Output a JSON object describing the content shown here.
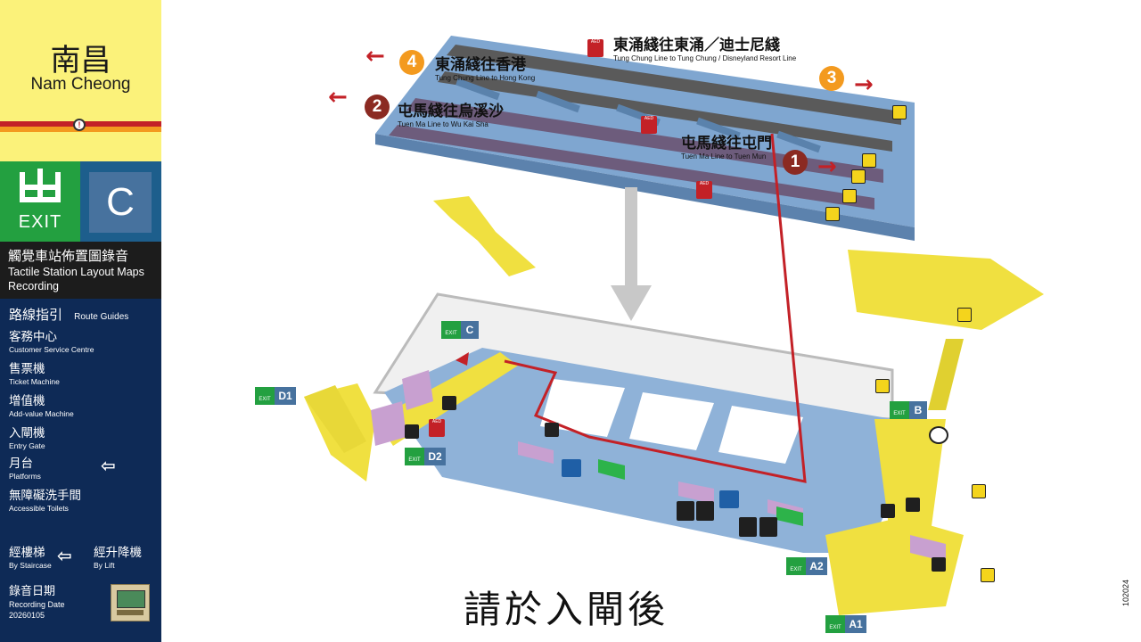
{
  "station": {
    "name_zh": "南昌",
    "name_en": "Nam Cheong",
    "line_colors": [
      "#c32127",
      "#f39a1f"
    ]
  },
  "exit": {
    "badge_zh": "出",
    "badge_en": "EXIT",
    "letter": "C"
  },
  "section": {
    "title_zh": "觸覺車站佈置圖錄音",
    "title_en_1": "Tactile Station Layout Maps",
    "title_en_2": "Recording"
  },
  "guides": {
    "heading_zh": "路線指引",
    "heading_en": "Route Guides",
    "items": [
      {
        "zh": "客務中心",
        "en": "Customer Service Centre"
      },
      {
        "zh": "售票機",
        "en": "Ticket Machine"
      },
      {
        "zh": "增值機",
        "en": "Add-value Machine"
      },
      {
        "zh": "入閘機",
        "en": "Entry Gate"
      },
      {
        "zh": "月台",
        "en": "Platforms"
      },
      {
        "zh": "無障礙洗手間",
        "en": "Accessible Toilets"
      }
    ],
    "staircase_zh": "經樓梯",
    "staircase_en": "By Staircase",
    "lift_zh": "經升降機",
    "lift_en": "By Lift"
  },
  "recording": {
    "label_zh": "錄音日期",
    "label_en": "Recording Date",
    "date": "20260105"
  },
  "platforms": [
    {
      "num": "4",
      "zh": "東涌綫往香港",
      "en": "Tung Chung Line to Hong Kong",
      "color": "#f39a1f"
    },
    {
      "num": "3",
      "zh": "東涌綫往東涌／迪士尼綫",
      "en": "Tung Chung Line to Tung Chung / Disneyland Resort Line",
      "color": "#f39a1f"
    },
    {
      "num": "2",
      "zh": "屯馬綫往烏溪沙",
      "en": "Tuen Ma Line to Wu Kai Sha",
      "color": "#8b2a22"
    },
    {
      "num": "1",
      "zh": "屯馬綫往屯門",
      "en": "Tuen Ma Line to Tuen Mun",
      "color": "#8b2a22"
    }
  ],
  "exits": {
    "c": "C",
    "d1": "D1",
    "d2": "D2",
    "b": "B",
    "a2": "A2",
    "a1": "A1",
    "exit_word": "EXIT"
  },
  "icons": {
    "aed": "AED",
    "lift": "lift-icon",
    "toilet": "toilet-icon",
    "wheelchair": "wheelchair-icon",
    "info": "info-icon"
  },
  "subtitle": "請於入閘後",
  "code": "102024"
}
